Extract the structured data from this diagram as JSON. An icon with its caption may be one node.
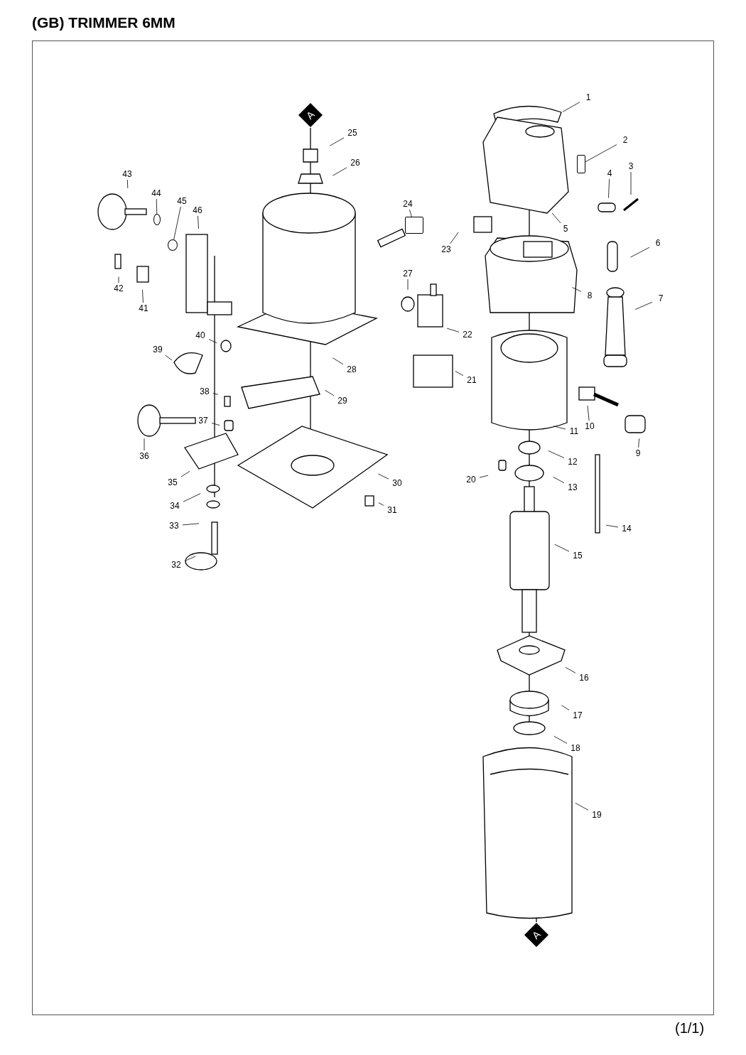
{
  "diagram": {
    "title": "(GB) TRIMMER 6MM",
    "nodes": [
      {
        "text": [
          "1"
        ]
      },
      {
        "text": [
          "2"
        ]
      },
      {
        "text": [
          "3"
        ]
      },
      {
        "text": [
          "4"
        ]
      },
      {
        "text": [
          "5"
        ]
      },
      {
        "text": [
          "6"
        ]
      },
      {
        "text": [
          "7"
        ]
      },
      {
        "text": [
          "8"
        ]
      },
      {
        "text": [
          "9"
        ]
      },
      {
        "text": [
          "10"
        ]
      },
      {
        "text": [
          "11"
        ]
      },
      {
        "text": [
          "12"
        ]
      },
      {
        "text": [
          "13"
        ]
      },
      {
        "text": [
          "14"
        ]
      },
      {
        "text": [
          "15"
        ]
      },
      {
        "text": [
          "16"
        ]
      },
      {
        "text": [
          "17"
        ]
      },
      {
        "text": [
          "18"
        ]
      },
      {
        "text": [
          "19"
        ]
      },
      {
        "text": [
          "20"
        ]
      },
      {
        "text": [
          "21"
        ]
      },
      {
        "text": [
          "22"
        ]
      },
      {
        "text": [
          "23"
        ]
      },
      {
        "text": [
          "24"
        ]
      },
      {
        "text": [
          "25"
        ]
      },
      {
        "text": [
          "26"
        ]
      },
      {
        "text": [
          "27"
        ]
      },
      {
        "text": [
          "28"
        ]
      },
      {
        "text": [
          "29"
        ]
      },
      {
        "text": [
          "30"
        ]
      },
      {
        "text": [
          "31"
        ]
      },
      {
        "text": [
          "32"
        ]
      },
      {
        "text": [
          "33"
        ]
      },
      {
        "text": [
          "34"
        ]
      },
      {
        "text": [
          "35"
        ]
      },
      {
        "text": [
          "36"
        ]
      },
      {
        "text": [
          "37"
        ]
      },
      {
        "text": [
          "38"
        ]
      },
      {
        "text": [
          "39"
        ]
      },
      {
        "text": [
          "40"
        ]
      },
      {
        "text": [
          "41"
        ]
      },
      {
        "text": [
          "42"
        ]
      },
      {
        "text": [
          "43"
        ]
      },
      {
        "text": [
          "44"
        ]
      },
      {
        "text": [
          "45"
        ]
      },
      {
        "text": [
          "46"
        ]
      },
      {
        "text": [
          "A"
        ]
      },
      {
        "text": [
          "A"
        ]
      },
      {
        "text": [],
        "shape": "box"
      },
      {
        "text": [],
        "shape": "box"
      },
      {
        "text": [],
        "shape": "circle"
      },
      {
        "text": [],
        "shape": "circle"
      }
    ],
    "edges": [
      {
        "from": 0,
        "to": null,
        "arrow": "none"
      },
      {
        "from": 1,
        "to": 48,
        "arrow": "none"
      },
      {
        "from": 2,
        "to": null,
        "arrow": "none"
      },
      {
        "from": 3,
        "to": null,
        "arrow": "none"
      },
      {
        "from": 4,
        "to": null,
        "arrow": "none"
      },
      {
        "from": 5,
        "to": null,
        "arrow": "none"
      },
      {
        "from": 6,
        "to": null,
        "arrow": "none"
      },
      {
        "from": 7,
        "to": null,
        "arrow": "none"
      },
      {
        "from": 8,
        "to": null,
        "arrow": "none"
      },
      {
        "from": 9,
        "to": null,
        "arrow": "none"
      },
      {
        "from": 10,
        "to": null,
        "arrow": "none"
      },
      {
        "from": 11,
        "to": null,
        "arrow": "none"
      },
      {
        "from": 12,
        "to": null,
        "arrow": "none"
      },
      {
        "from": 13,
        "to": null,
        "arrow": "none"
      },
      {
        "from": 14,
        "to": null,
        "arrow": "none"
      },
      {
        "from": 15,
        "to": null,
        "arrow": "none"
      },
      {
        "from": 16,
        "to": null,
        "arrow": "none"
      },
      {
        "from": 17,
        "to": null,
        "arrow": "none"
      },
      {
        "from": 18,
        "to": null,
        "arrow": "none"
      },
      {
        "from": 19,
        "to": null,
        "arrow": "none"
      },
      {
        "from": 20,
        "to": null,
        "arrow": "none"
      },
      {
        "from": 21,
        "to": null,
        "arrow": "none"
      },
      {
        "from": 22,
        "to": null,
        "arrow": "none"
      },
      {
        "from": 23,
        "to": 49,
        "arrow": "none"
      },
      {
        "from": 24,
        "to": null,
        "arrow": "none"
      },
      {
        "from": 25,
        "to": null,
        "arrow": "none"
      },
      {
        "from": 26,
        "to": null,
        "arrow": "none"
      },
      {
        "from": 27,
        "to": null,
        "arrow": "none"
      },
      {
        "from": 28,
        "to": null,
        "arrow": "none"
      },
      {
        "from": 29,
        "to": null,
        "arrow": "none"
      },
      {
        "from": 30,
        "to": null,
        "arrow": "none"
      },
      {
        "from": 31,
        "to": null,
        "arrow": "none"
      },
      {
        "from": 32,
        "to": null,
        "arrow": "none"
      },
      {
        "from": 33,
        "to": null,
        "arrow": "none"
      },
      {
        "from": 34,
        "to": null,
        "arrow": "none"
      },
      {
        "from": 35,
        "to": null,
        "arrow": "none"
      },
      {
        "from": 36,
        "to": null,
        "arrow": "none"
      },
      {
        "from": 37,
        "to": null,
        "arrow": "none"
      },
      {
        "from": 38,
        "to": null,
        "arrow": "none"
      },
      {
        "from": 39,
        "to": null,
        "arrow": "none"
      },
      {
        "from": 40,
        "to": null,
        "arrow": "none"
      },
      {
        "from": 41,
        "to": null,
        "arrow": "none"
      },
      {
        "from": 42,
        "to": null,
        "arrow": "none"
      },
      {
        "from": 43,
        "to": 50,
        "arrow": "none"
      },
      {
        "from": 44,
        "to": 51,
        "arrow": "none"
      },
      {
        "from": 45,
        "to": null,
        "arrow": "none"
      }
    ],
    "labels": [
      "(1/1)"
    ]
  }
}
